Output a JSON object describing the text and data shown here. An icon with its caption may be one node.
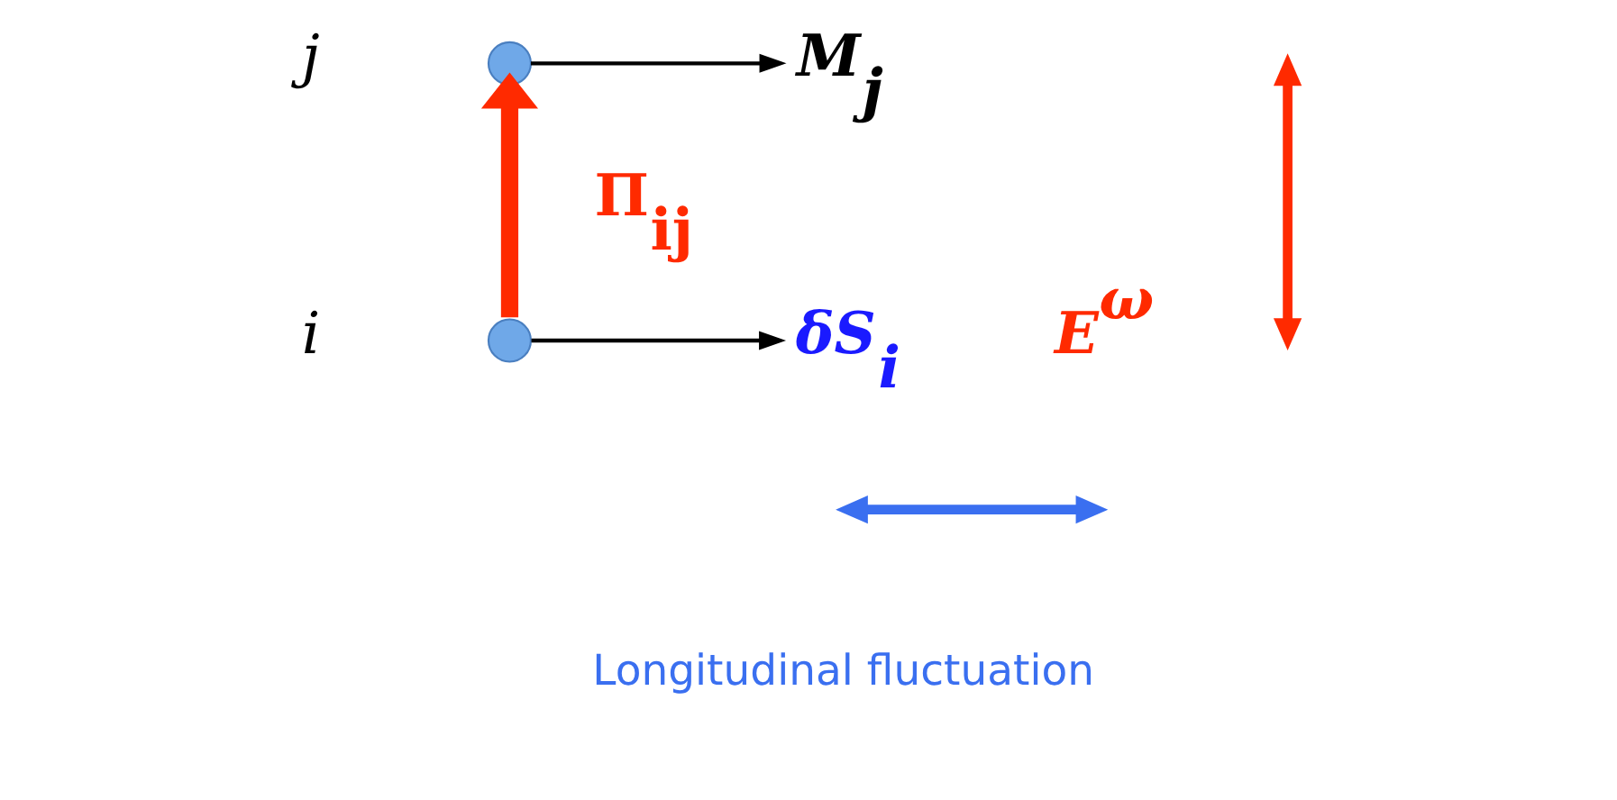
{
  "diagram": {
    "nodes": [
      {
        "text": [
          "M$_{j}$"
        ]
      },
      {
        "text": [],
        "shape": "circle",
        "beside": [
          "j"
        ]
      },
      {
        "text": [],
        "shape": "circle",
        "beside": [
          "i"
        ]
      },
      {
        "text": [
          "δS$_{i}$"
        ]
      }
    ],
    "edges": [
      {
        "from": 1,
        "to": 0,
        "arrow": "to"
      },
      {
        "from": 2,
        "to": 3,
        "arrow": "to"
      },
      {
        "from": 2,
        "to": 1,
        "arrow": "to",
        "label": "Π$_{ij}$",
        "style": "thick",
        "color": "#ff2a00"
      }
    ],
    "labels": [
      "E$^{ω}$",
      "Longitudinal fluctuation"
    ]
  }
}
